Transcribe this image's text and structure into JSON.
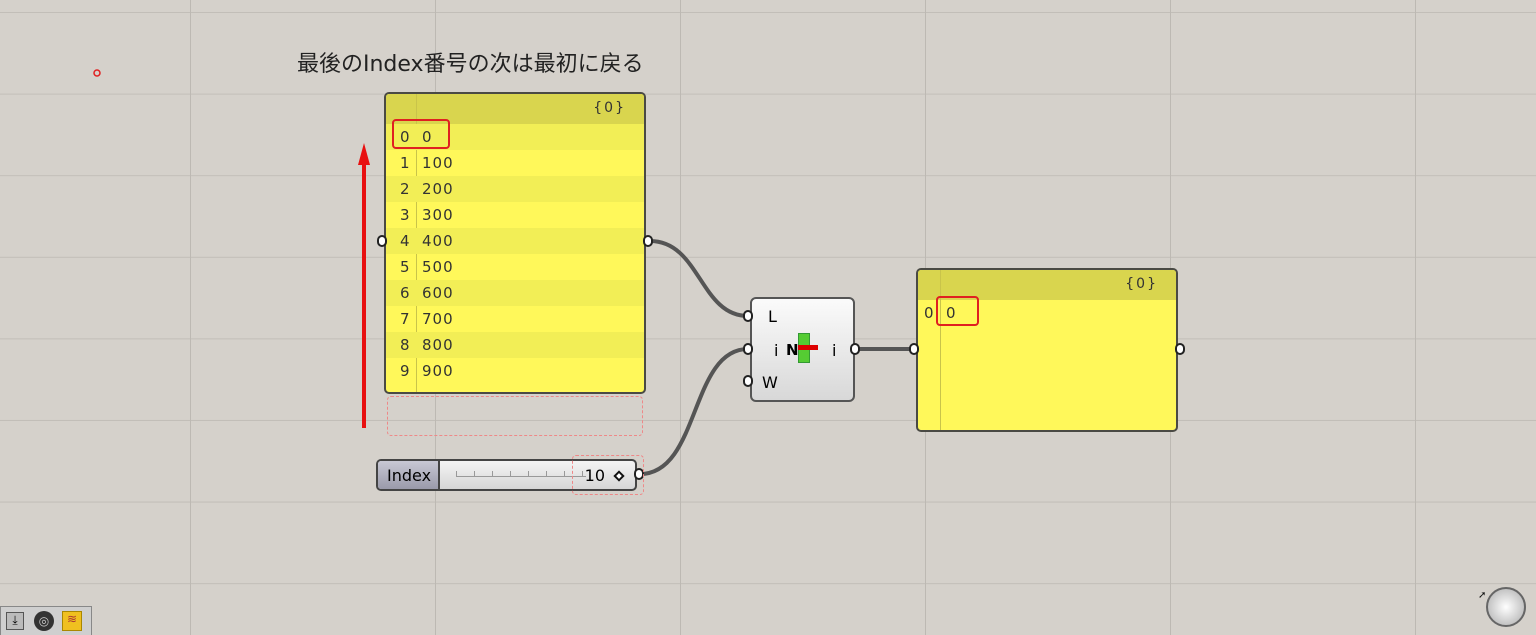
{
  "annotation": "最後のIndex番号の次は最初に戻る",
  "input_panel": {
    "path": "{0}",
    "items": [
      {
        "index": "0",
        "value": "0"
      },
      {
        "index": "1",
        "value": "100"
      },
      {
        "index": "2",
        "value": "200"
      },
      {
        "index": "3",
        "value": "300"
      },
      {
        "index": "4",
        "value": "400"
      },
      {
        "index": "5",
        "value": "500"
      },
      {
        "index": "6",
        "value": "600"
      },
      {
        "index": "7",
        "value": "700"
      },
      {
        "index": "8",
        "value": "800"
      },
      {
        "index": "9",
        "value": "900"
      }
    ]
  },
  "component": {
    "inputs": [
      "L",
      "i",
      "W"
    ],
    "output": "i",
    "icon": "list-item-icon"
  },
  "output_panel": {
    "path": "{0}",
    "items": [
      {
        "index": "0",
        "value": "0"
      }
    ]
  },
  "slider": {
    "label": "Index",
    "value": "10",
    "fill": 1.0
  },
  "colors": {
    "panel": "#fff85a",
    "panel_header": "#d9d54e",
    "highlight": "#e02020",
    "arrow": "#e81010"
  },
  "toolbar": {
    "icons": [
      "bake-icon",
      "gear-icon",
      "rss-icon"
    ]
  }
}
